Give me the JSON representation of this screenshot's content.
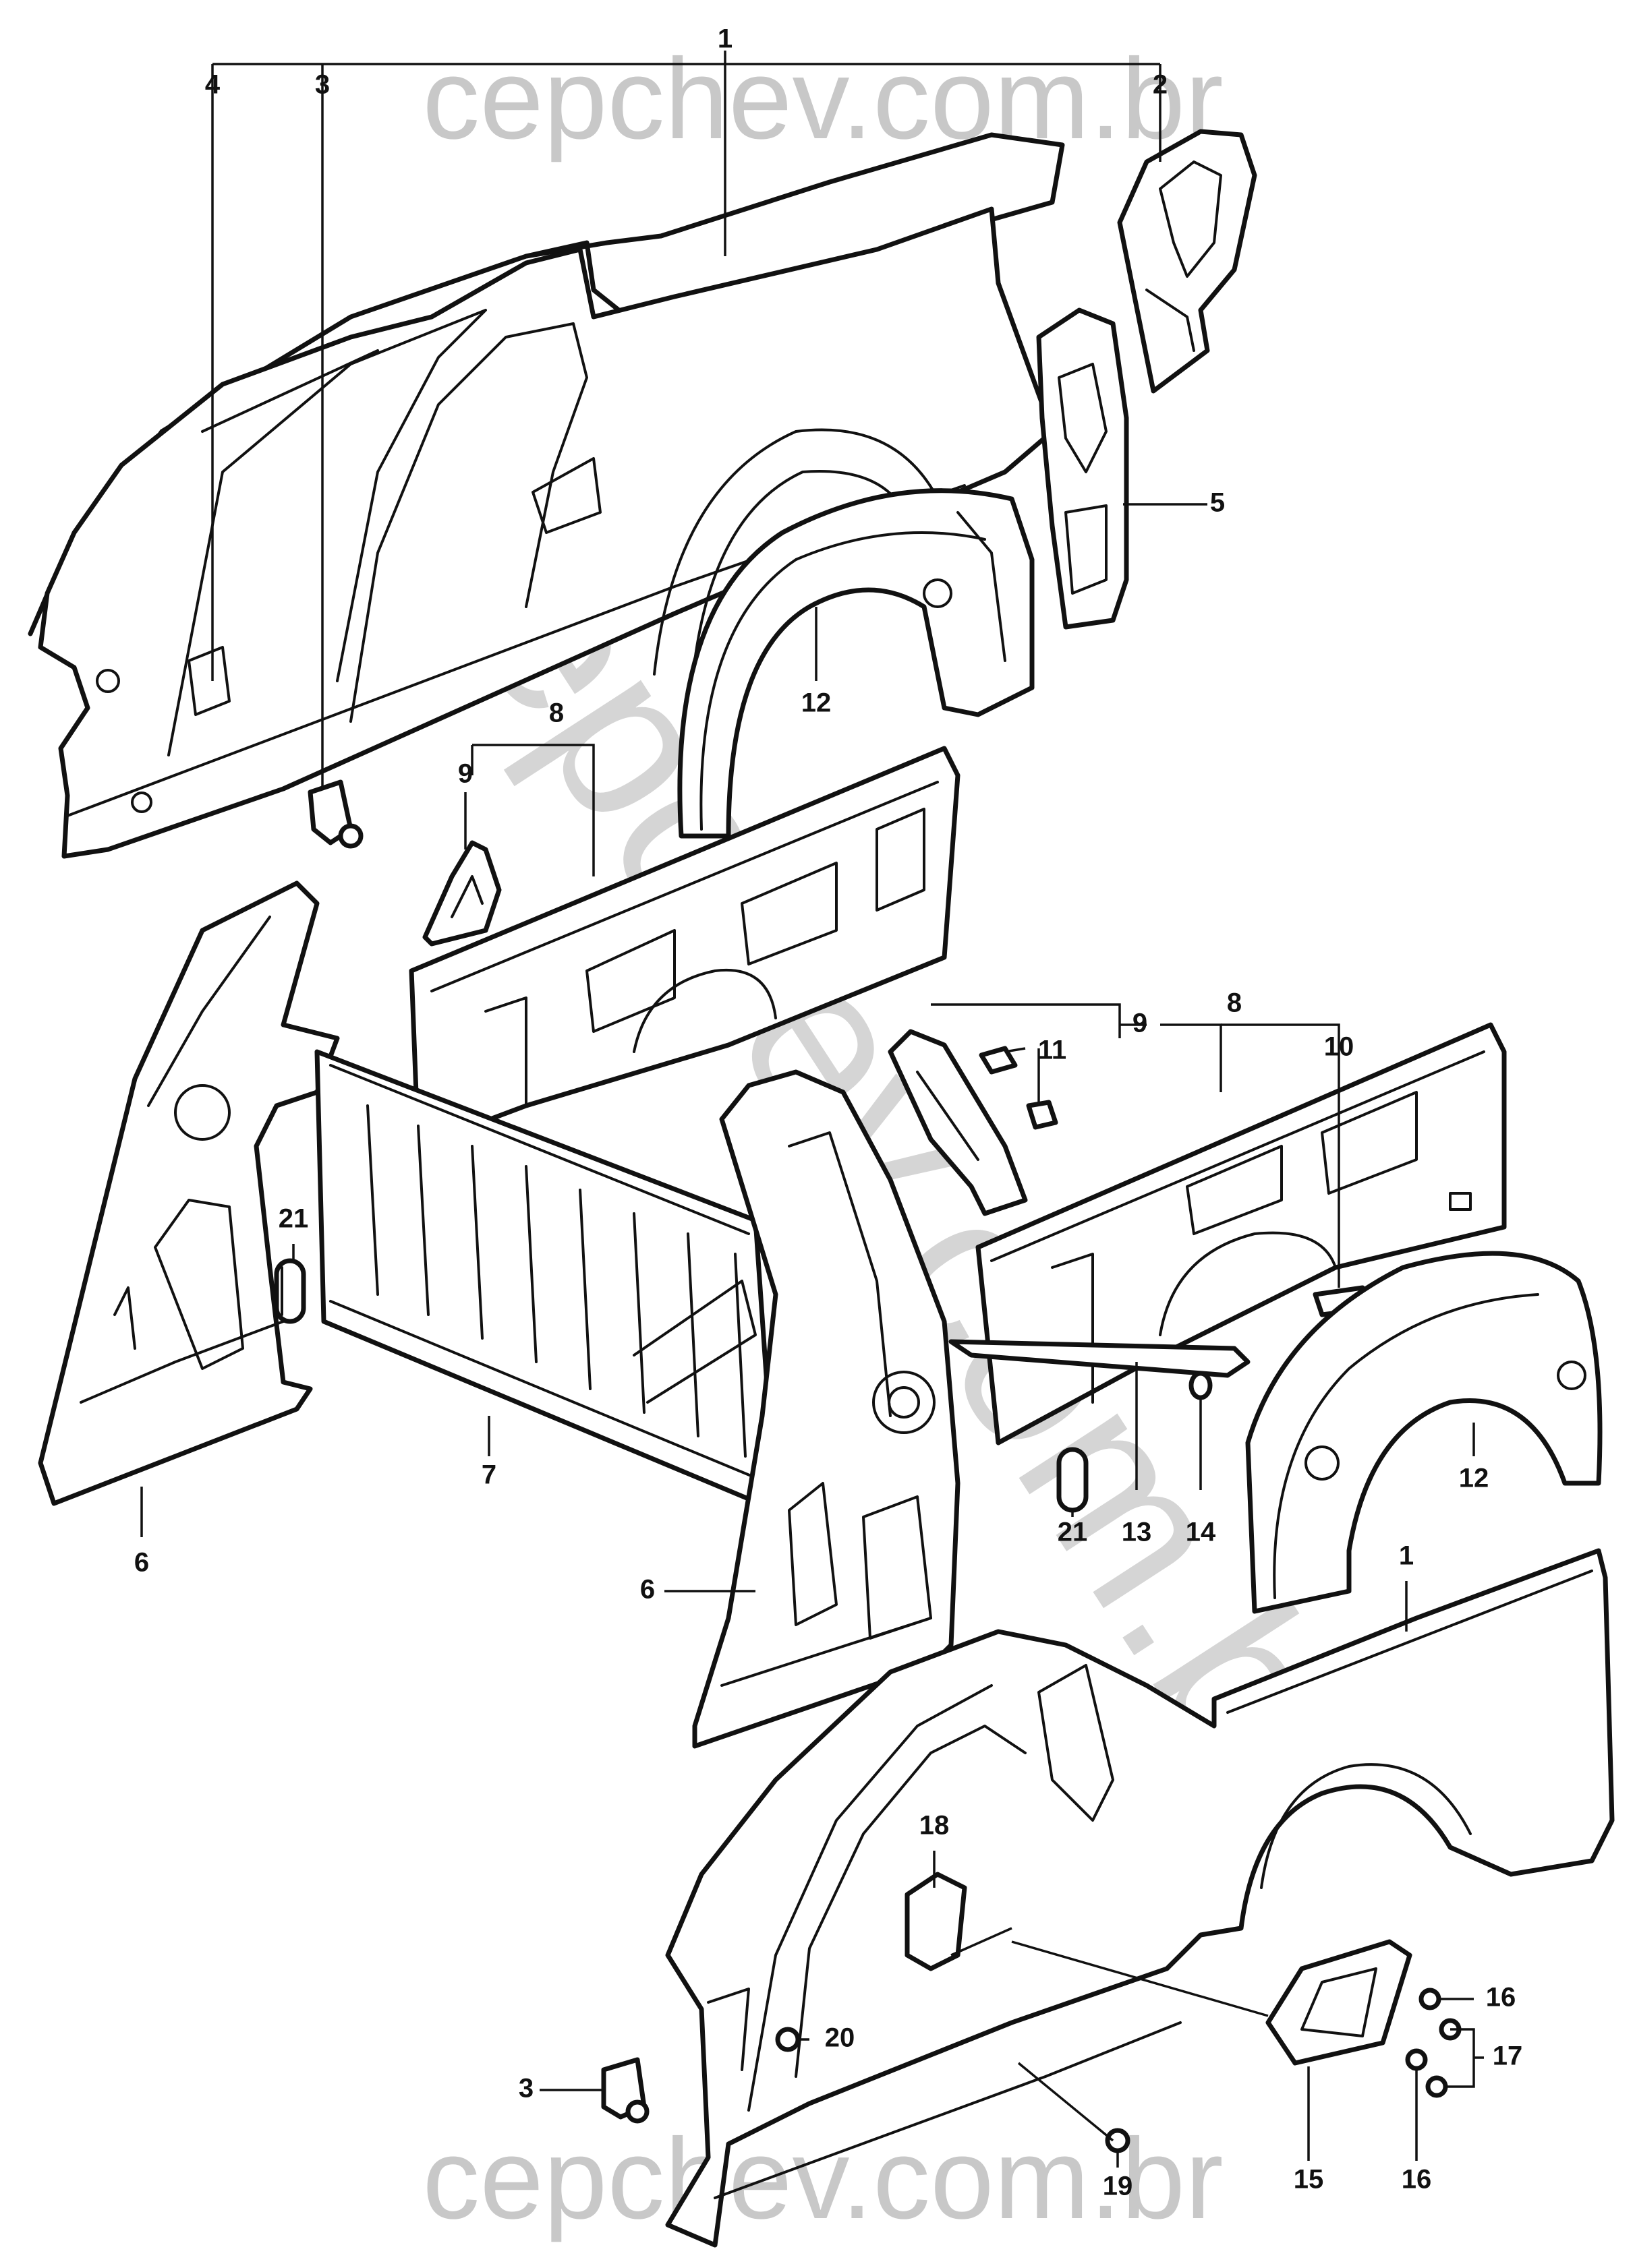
{
  "watermark": {
    "top": "cepchev.com.br",
    "bottom": "cepchev.com.br",
    "diagonal": "cepchev.com.br",
    "color": "#c8c8c8"
  },
  "callouts": {
    "c1_top": "1",
    "c2": "2",
    "c3_top": "3",
    "c4": "4",
    "c5": "5",
    "c12_top": "12",
    "c8_left": "8",
    "c9_left": "9",
    "c21_left": "21",
    "c7": "7",
    "c6_left": "6",
    "c9_right": "9",
    "c11": "11",
    "c8_right": "8",
    "c10": "10",
    "c12_right": "12",
    "c21_right": "21",
    "c13": "13",
    "c14": "14",
    "c6_right": "6",
    "c1_bottom": "1",
    "c18": "18",
    "c16_top": "16",
    "c17": "17",
    "c3_bottom": "3",
    "c20": "20",
    "c19": "19",
    "c15": "15",
    "c16_bottom": "16"
  }
}
